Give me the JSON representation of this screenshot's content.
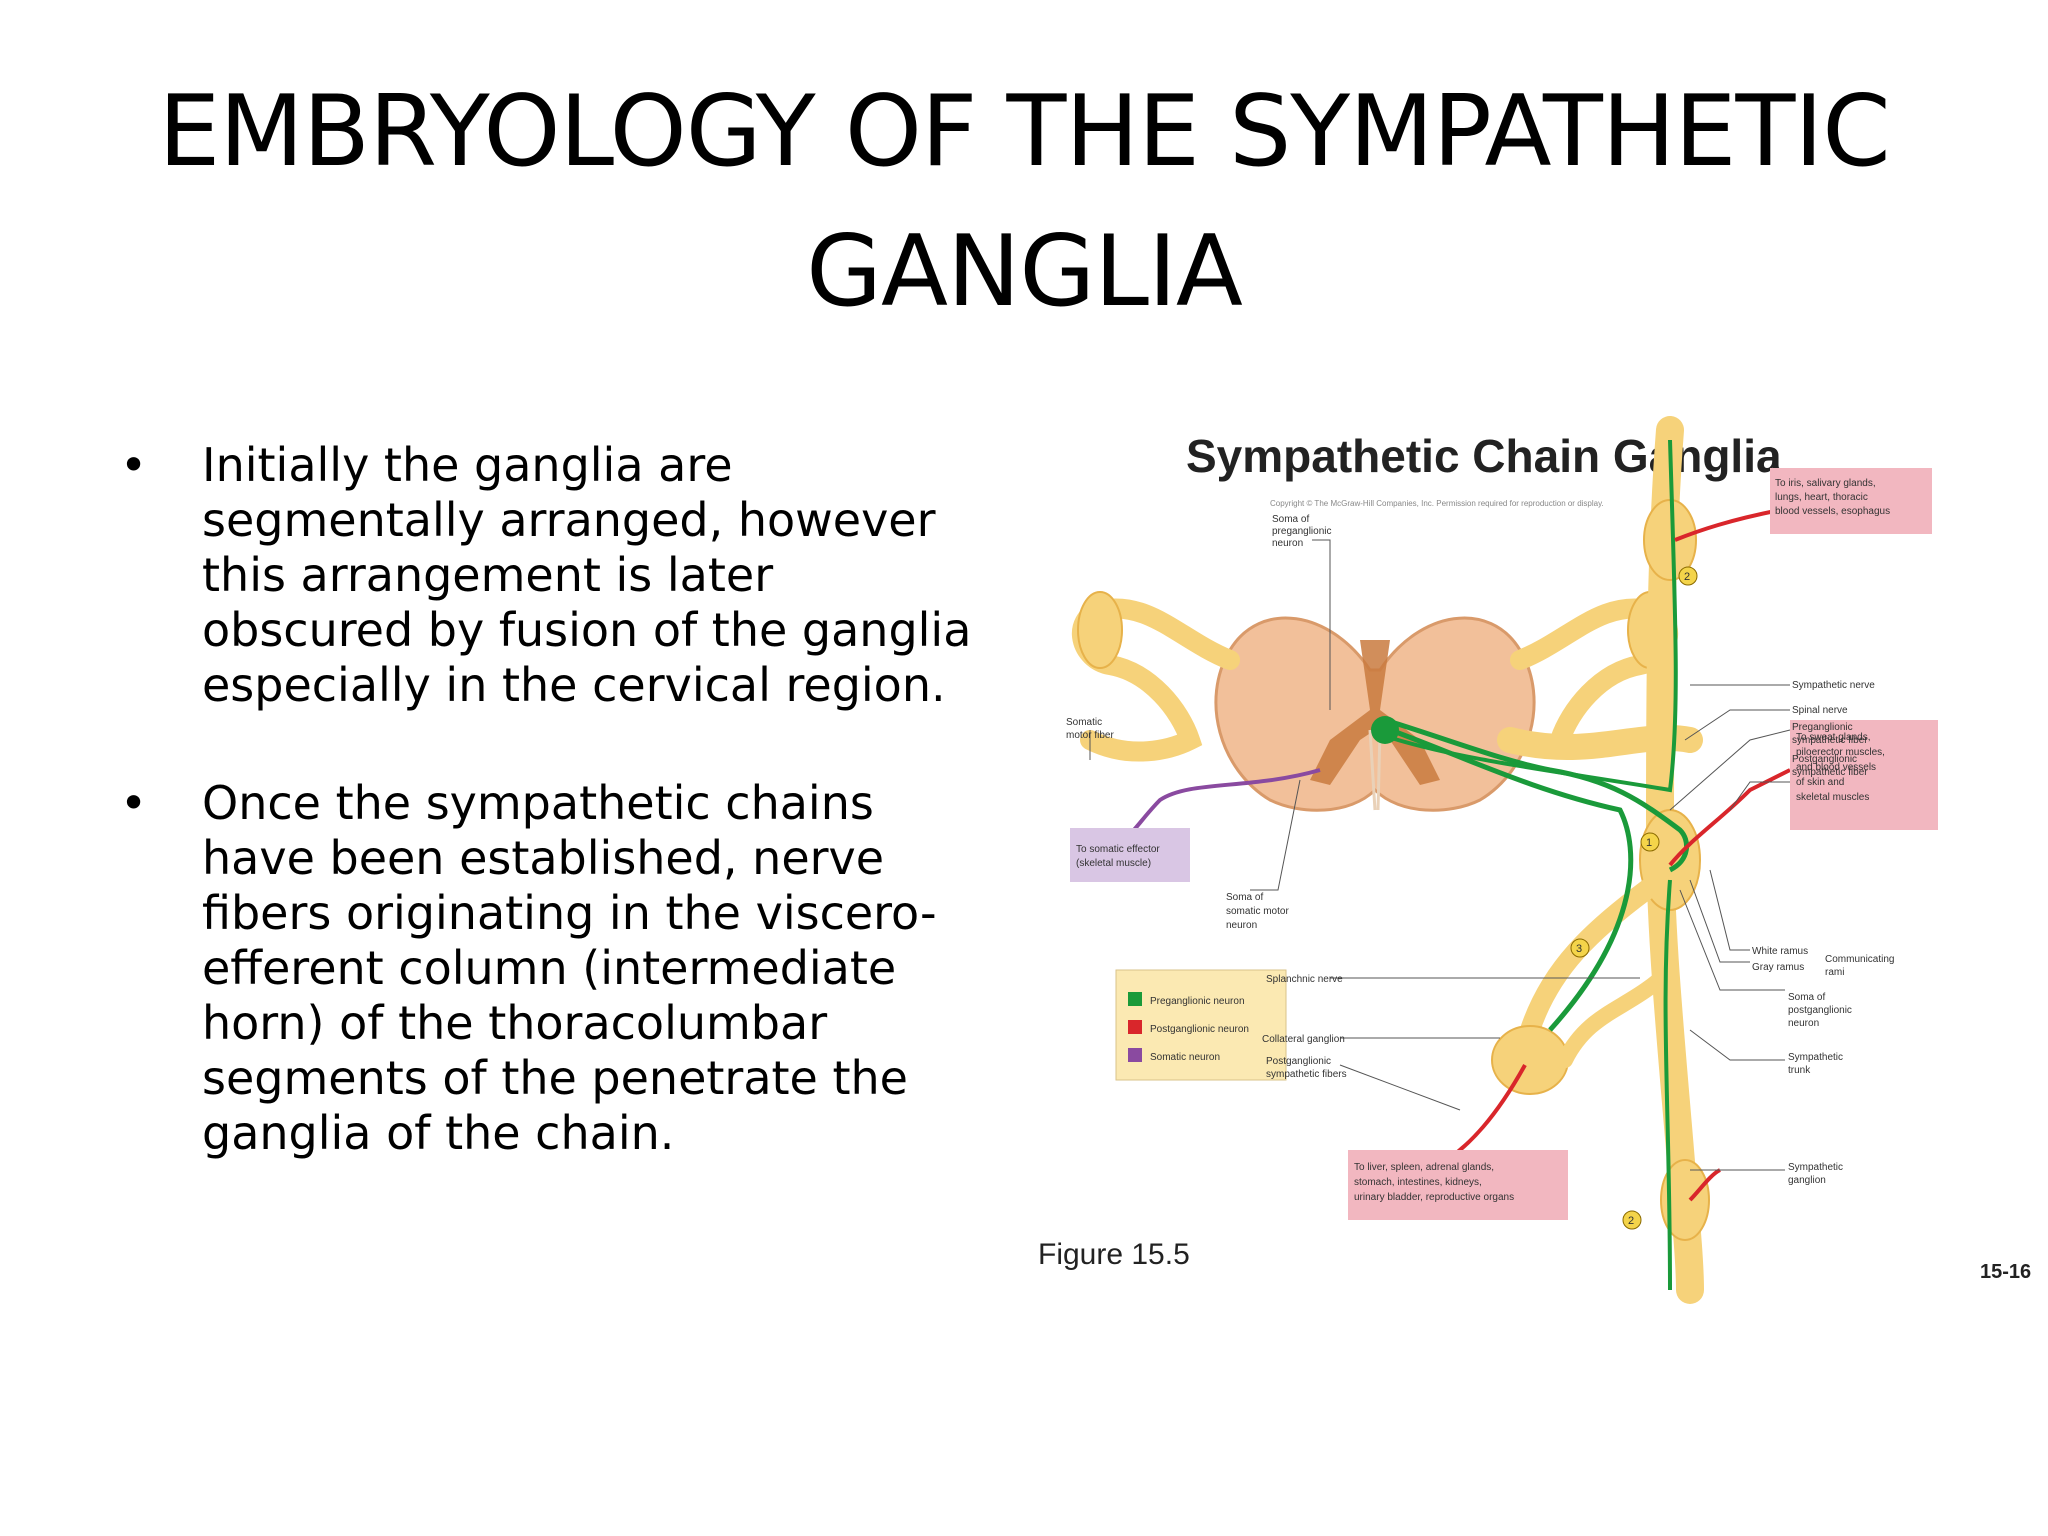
{
  "slide": {
    "title_line1": "EMBRYOLOGY OF THE SYMPATHETIC",
    "title_line2": "GANGLIA",
    "bullets": [
      {
        "marker": "•",
        "lines": [
          "Initially the ganglia are",
          "segmentally arranged, however",
          "this arrangement is later",
          "obscured by fusion of the ganglia",
          "especially in the cervical region."
        ]
      },
      {
        "marker": "•",
        "lines": [
          "Once the sympathetic chains",
          "have been established, nerve",
          "fibers originating in the viscero-",
          "efferent column (intermediate",
          "horn) of the thoracolumbar",
          "segments  of the penetrate the",
          "ganglia of the chain."
        ]
      }
    ]
  },
  "figure": {
    "title": "Sympathetic Chain Ganglia",
    "copyright": "Copyright © The McGraw-Hill Companies, Inc. Permission required for reproduction or display.",
    "caption": "Figure 15.5",
    "page_number": "15-16",
    "labels": {
      "soma_pre_1": "Soma of",
      "soma_pre_2": "preganglionic",
      "soma_pre_3": "neuron",
      "somatic_motor_1": "Somatic",
      "somatic_motor_2": "motor fiber",
      "effector_1": "To somatic effector",
      "effector_2": "(skeletal muscle)",
      "soma_somatic_1": "Soma of",
      "soma_somatic_2": "somatic motor",
      "soma_somatic_3": "neuron",
      "target_top_1": "To iris, salivary glands,",
      "target_top_2": "lungs, heart, thoracic",
      "target_top_3": "blood vessels, esophagus",
      "sympathetic_nerve": "Sympathetic nerve",
      "spinal_nerve": "Spinal nerve",
      "pre_fiber_1": "Preganglionic",
      "pre_fiber_2": "sympathetic fiber",
      "post_fiber_1": "Postganglionic",
      "post_fiber_2": "sympathetic fiber",
      "target_mid_1": "To sweat glands,",
      "target_mid_2": "piloerector muscles,",
      "target_mid_3": "and blood vessels",
      "target_mid_4": "of skin and",
      "target_mid_5": "skeletal muscles",
      "white_ramus": "White ramus",
      "gray_ramus": "Gray ramus",
      "comm_rami_1": "Communicating",
      "comm_rami_2": "rami",
      "splanchnic": "Splanchnic nerve",
      "collateral": "Collateral ganglion",
      "post_fibers_1": "Postganglionic",
      "post_fibers_2": "sympathetic fibers",
      "soma_post_1": "Soma of",
      "soma_post_2": "postganglionic",
      "soma_post_3": "neuron",
      "trunk_1": "Sympathetic",
      "trunk_2": "trunk",
      "ganglion_1": "Sympathetic",
      "ganglion_2": "ganglion",
      "target_bot_1": "To liver, spleen, adrenal glands,",
      "target_bot_2": "stomach, intestines, kidneys,",
      "target_bot_3": "urinary bladder, reproductive organs",
      "n1": "1",
      "n2a": "2",
      "n2b": "2",
      "n3": "3"
    },
    "legend": [
      {
        "label": "Preganglionic neuron",
        "color": "#1a9a3a"
      },
      {
        "label": "Postganglionic neuron",
        "color": "#d9262b"
      },
      {
        "label": "Somatic neuron",
        "color": "#8a4aa0"
      }
    ],
    "colors": {
      "nerve_yellow": "#f6d27a",
      "nerve_yellow_dark": "#e7b24a",
      "cord_outer": "#f2c09a",
      "cord_inner": "#c97a3e",
      "pink_box": "#f2b7c0",
      "lavender_box": "#d9c6e4",
      "legend_bg": "#fbe9b2"
    }
  }
}
